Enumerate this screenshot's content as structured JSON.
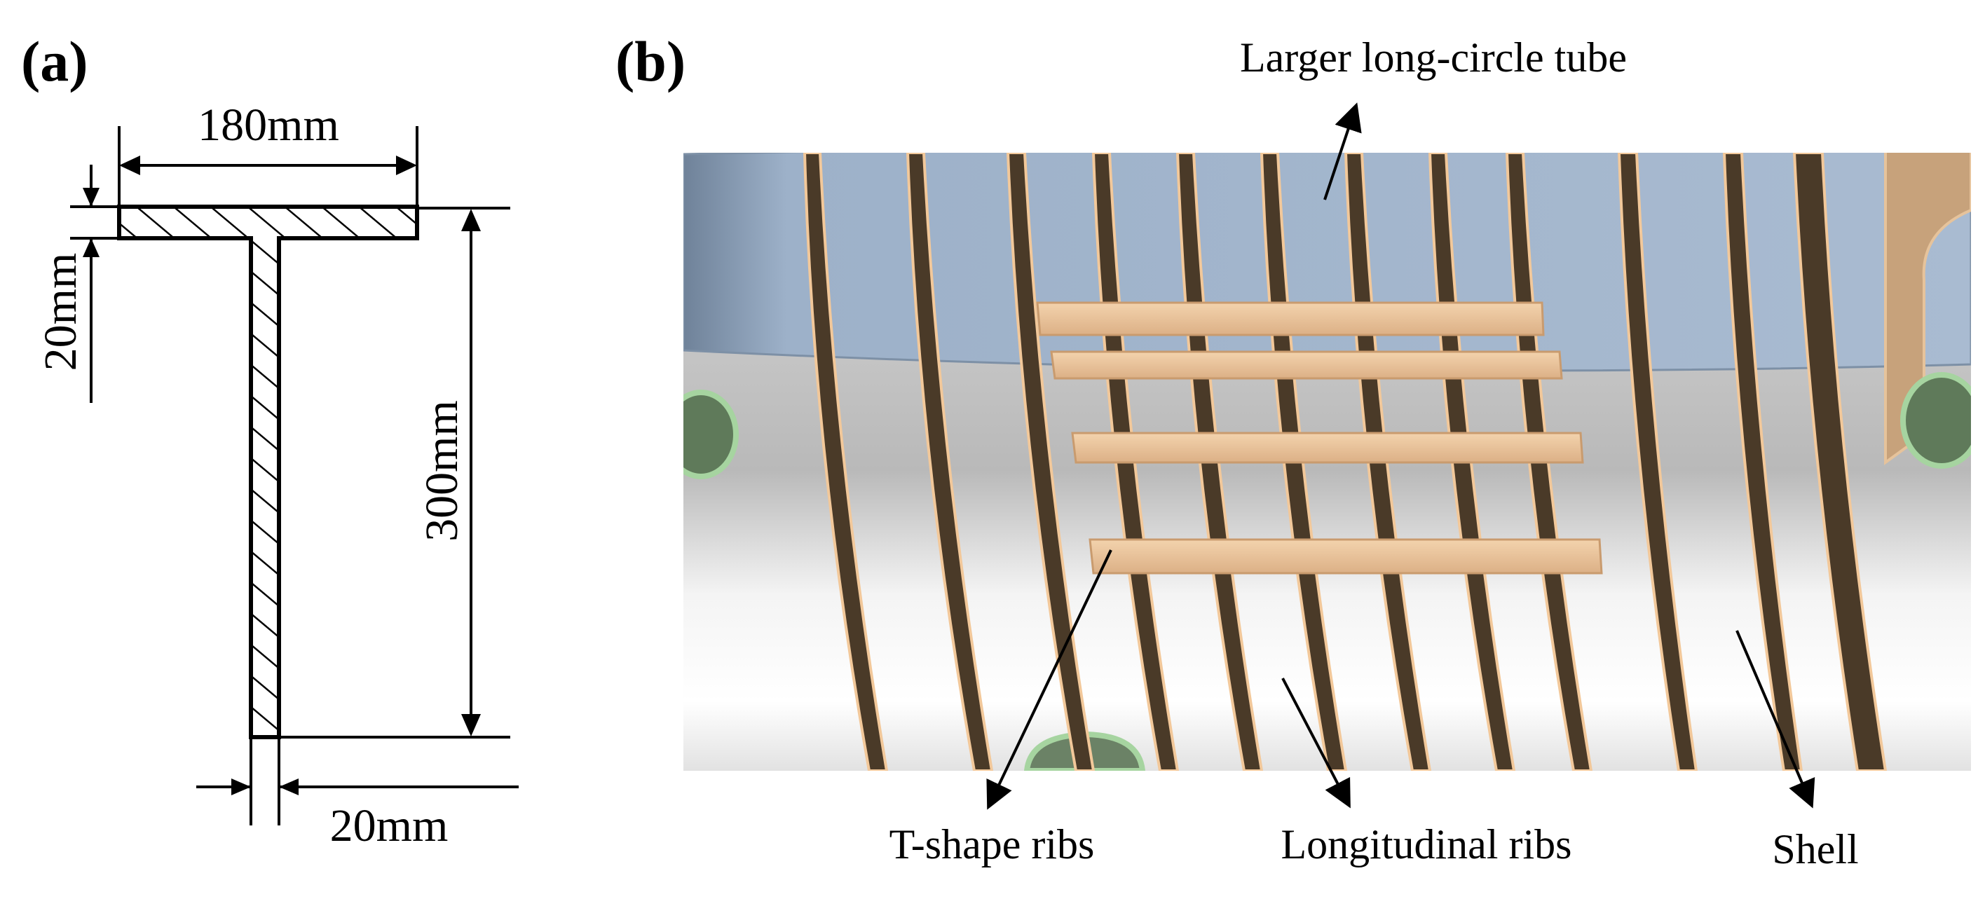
{
  "panel_a": {
    "label": "(a)",
    "dim_flange_width": "180mm",
    "dim_flange_thickness": "20mm",
    "dim_height": "300mm",
    "dim_web_thickness": "20mm"
  },
  "panel_b": {
    "label": "(b)",
    "callouts": {
      "tube": "Larger long-circle tube",
      "t_ribs": "T-shape ribs",
      "long_ribs": "Longitudinal ribs",
      "shell": "Shell"
    }
  },
  "colors": {
    "rib_dark": "#4a3a28",
    "rib_light": "#e8c49c",
    "rib_edge": "#f2c89a",
    "tube_blue": "#94a9c2",
    "shell_gray": "#d6d6d6",
    "pipe_green": "#5f7a5a"
  }
}
